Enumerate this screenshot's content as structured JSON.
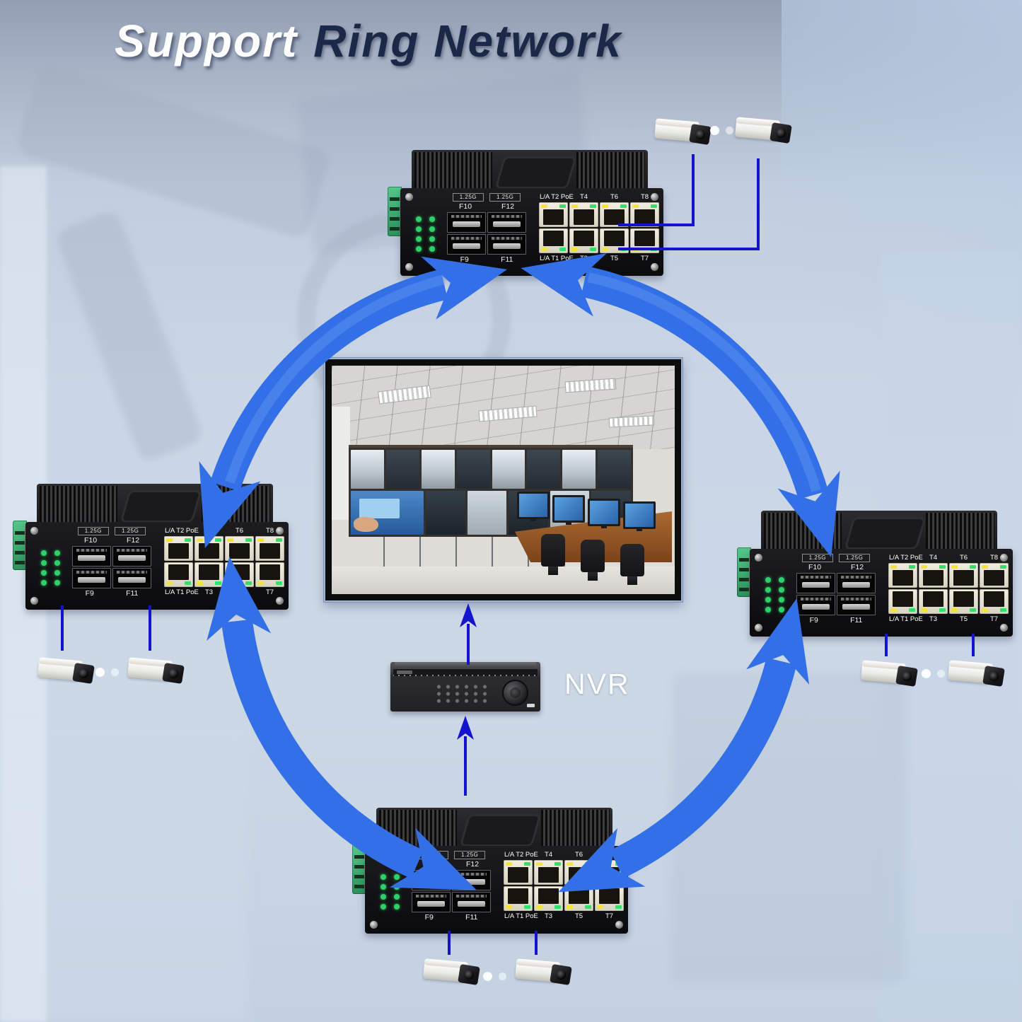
{
  "title": {
    "part1": "Support",
    "part2": "Ring Network"
  },
  "nvr": {
    "label": "NVR"
  },
  "switch_labels": {
    "speed_left": "1.25G",
    "speed_right": "1.25G",
    "sfp_top_left": "F10",
    "sfp_top_right": "F12",
    "sfp_bottom_left": "F9",
    "sfp_bottom_right": "F11",
    "rj_top": [
      "L/A T2 PoE",
      "T4",
      "T6",
      "T8"
    ],
    "rj_bottom": [
      "L/A T1 PoE",
      "T3",
      "T5",
      "T7"
    ]
  },
  "icons": {
    "ring_arrows": "circular-bidirectional-arrows",
    "cameras": "bullet-cctv-camera",
    "recorder": "nvr-rack-unit",
    "switch": "industrial-poe-switch"
  },
  "colors": {
    "ring_arrow": "#3370e7",
    "wire": "#1414cc",
    "title_light": "#ffffff",
    "title_dark": "#1b2848",
    "led_green": "#2ed069",
    "port_beige": "#e9e5d5",
    "terminal_green": "#3fae71"
  }
}
